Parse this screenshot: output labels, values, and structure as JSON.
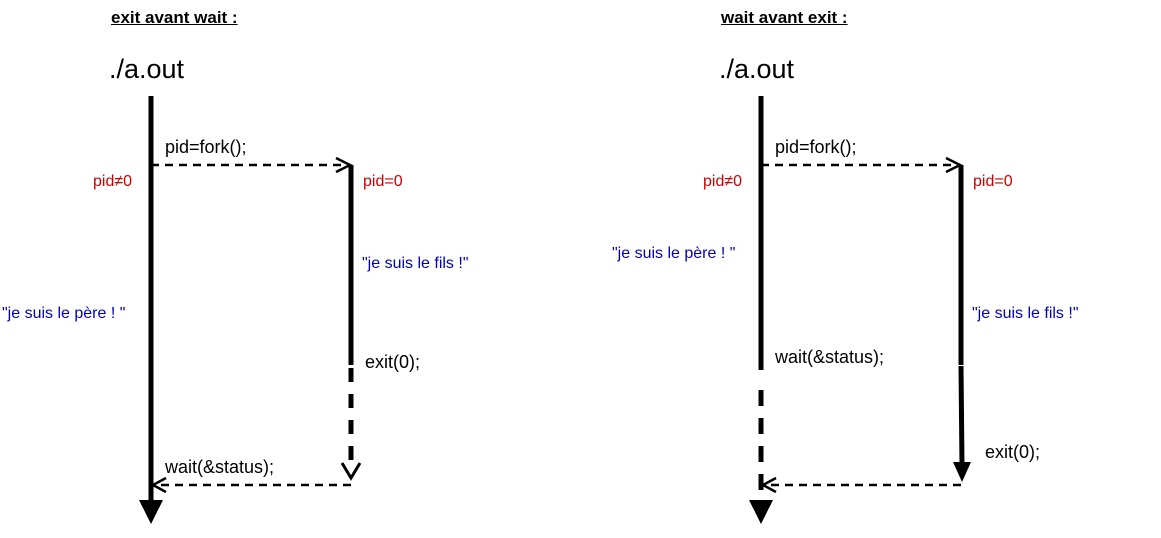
{
  "colors": {
    "pid": "#cc0000",
    "message": "#0000bb",
    "line": "#000000"
  },
  "left": {
    "title": "exit avant wait :",
    "program": "./a.out",
    "fork_call": "pid=fork();",
    "parent_pid": "pid≠0",
    "child_pid": "pid=0",
    "child_message": "\"je suis le fils !\"",
    "parent_message": "\"je suis le père ! \"",
    "exit_call": "exit(0);",
    "wait_call": "wait(&status);"
  },
  "right": {
    "title": "wait avant exit :",
    "program": "./a.out",
    "fork_call": "pid=fork();",
    "parent_pid": "pid≠0",
    "child_pid": "pid=0",
    "parent_message": "\"je suis le père ! \"",
    "wait_call": "wait(&status);",
    "child_message": "\"je suis le fils !\"",
    "exit_call": "exit(0);"
  }
}
